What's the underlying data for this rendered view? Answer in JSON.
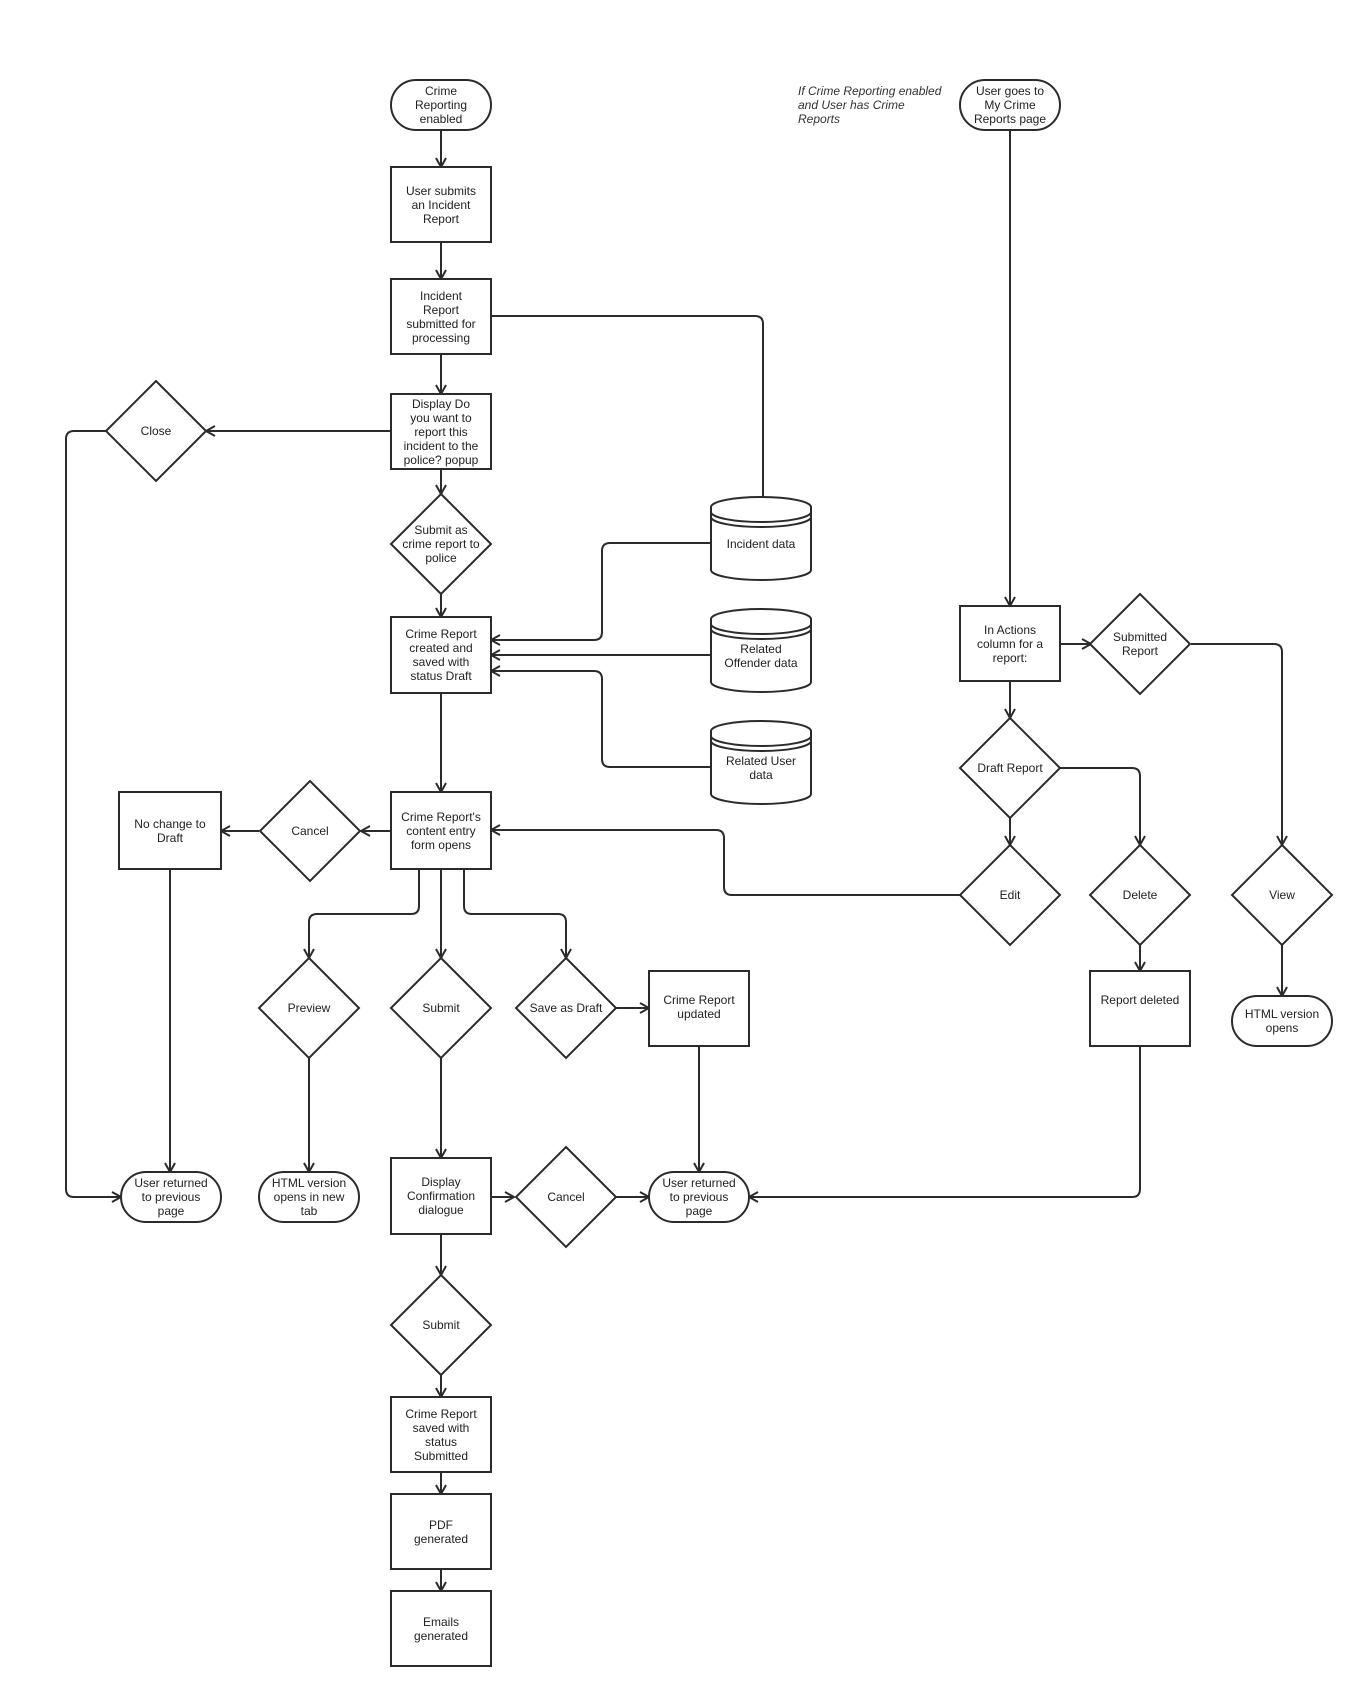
{
  "nodes": {
    "start_crime_reporting": "Crime\nReporting\nenabled",
    "user_submits_incident": "User submits\nan Incident\nReport",
    "incident_submitted": "Incident\nReport\nsubmitted for\nprocessing",
    "display_popup": "Display Do\nyou want to\nreport this\nincident to the\npolice? popup",
    "close_decision": "Close",
    "submit_as_crime": "Submit as\ncrime report to\npolice",
    "incident_data": "Incident data",
    "related_offender": "Related\nOffender data",
    "related_user": "Related User\ndata",
    "crime_report_created": "Crime Report\ncreated and\nsaved with\nstatus Draft",
    "content_form_opens": "Crime Report's\ncontent entry\nform opens",
    "cancel_form": "Cancel",
    "no_change_draft": "No change to\nDraft",
    "preview_decision": "Preview",
    "submit_decision": "Submit",
    "save_as_draft": "Save as Draft",
    "crime_report_updated": "Crime Report\nupdated",
    "user_returned_left": "User returned\nto previous\npage",
    "html_new_tab": "HTML version\nopens in new\ntab",
    "display_confirmation": "Display\nConfirmation\ndialogue",
    "cancel_confirmation": "Cancel",
    "user_returned_mid": "User returned\nto previous\npage",
    "submit_final": "Submit",
    "saved_submitted": "Crime Report\nsaved with\nstatus\nSubmitted",
    "pdf_generated": "PDF\ngenerated",
    "emails_generated": "Emails\ngenerated",
    "user_goes_my_reports": "User goes to\nMy Crime\nReports page",
    "actions_column": "In Actions\ncolumn for a\nreport:",
    "submitted_report": "Submitted\nReport",
    "draft_report": "Draft Report",
    "edit_decision": "Edit",
    "delete_decision": "Delete",
    "view_decision": "View",
    "report_deleted": "Report deleted",
    "html_version_opens": "HTML version\nopens"
  },
  "note": "If Crime Reporting enabled\nand User has Crime\nReports"
}
